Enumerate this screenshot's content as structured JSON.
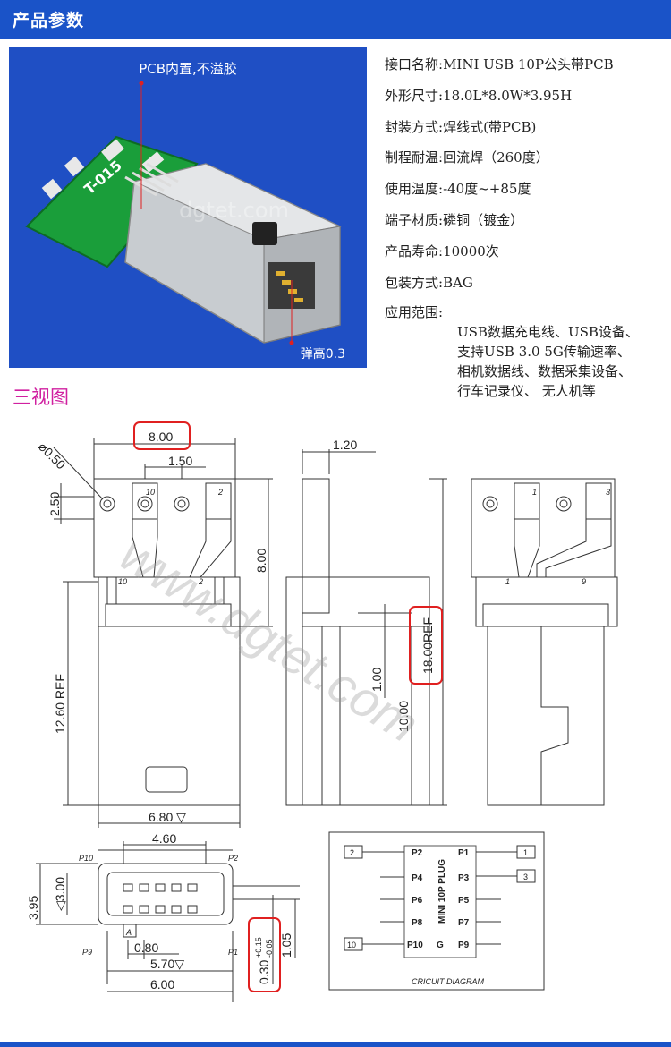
{
  "header": {
    "title": "产品参数"
  },
  "photo": {
    "top_label": "PCB内置,不溢胶",
    "bottom_label": "弹高0.3",
    "board_label": "T-015",
    "watermark": "dgtet.com"
  },
  "specs": [
    {
      "label": "接口名称:",
      "value": "MINI USB 10P公头带PCB"
    },
    {
      "label": "外形尺寸:",
      "value": "18.0L*8.0W*3.95H"
    },
    {
      "label": "封装方式:",
      "value": "焊线式(带PCB)"
    },
    {
      "label": "制程耐温:",
      "value": "回流焊（260度）"
    },
    {
      "label": "使用温度:",
      "value": "-40度~+85度"
    },
    {
      "label": "端子材质:",
      "value": "磷铜（镀金）"
    },
    {
      "label": "产品寿命:",
      "value": "10000次"
    },
    {
      "label": "包装方式:",
      "value": "BAG"
    }
  ],
  "application": {
    "label": "应用范围:",
    "lines": [
      "USB数据充电线、USB设备、",
      "支持USB 3.0 5G传输速率、",
      "相机数据线、数据采集设备、",
      "行车记录仪、 无人机等"
    ]
  },
  "section": {
    "title": "三视图"
  },
  "dims": {
    "d800": "8.00",
    "d150": "1.50",
    "d050": "⌀0.50",
    "d250": "2.50",
    "d800v": "8.00",
    "d120": "1.20",
    "d1800": "18.00REF",
    "d100": "1.00",
    "d1000": "10.00",
    "d1260": "12.60 REF",
    "d680": "6.80 ▽",
    "d460": "4.60",
    "d395": "3.95",
    "d300": "◁3.00",
    "d080": "0.80",
    "d570": "5.70▽",
    "d600": "6.00",
    "d105": "1.05",
    "d030": "0.30",
    "d030tol": "+0.15",
    "d030tol2": "-0.05",
    "pin10": "10",
    "pin2": "2",
    "pin1": "1",
    "pin3": "3",
    "pin9": "9",
    "p10": "P10",
    "p2": "P2",
    "p9": "P9",
    "p1": "P1",
    "markA": "A"
  },
  "circuit": {
    "title": "CRICUIT DIAGRAM",
    "center_label": "MINI 10P PLUG",
    "left_pins": [
      "P2",
      "P4",
      "P6",
      "P8",
      "P10"
    ],
    "right_pins": [
      "P1",
      "P3",
      "P5",
      "P7",
      "P9"
    ],
    "g": "G",
    "box_left_top": "2",
    "box_left_bottom": "10",
    "box_right_top": "1",
    "box_right_mid": "3"
  },
  "watermark": "www.dgtet.com",
  "colors": {
    "header": "#1a53c8",
    "photo_bg": "#1f4fc4",
    "section_title": "#d020a0",
    "highlight": "#e02020"
  }
}
